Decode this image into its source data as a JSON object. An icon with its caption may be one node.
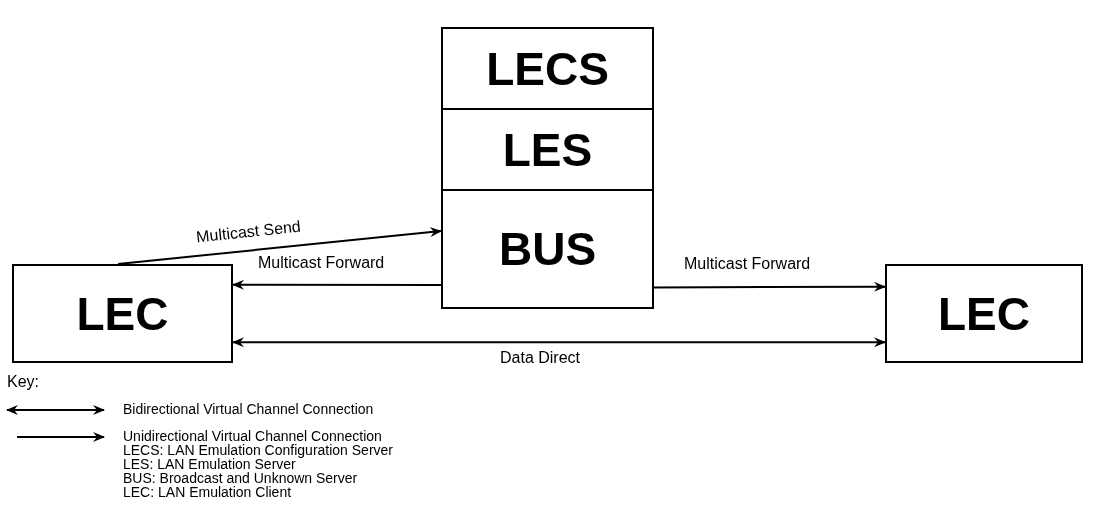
{
  "diagram": {
    "nodes": [
      {
        "text": [
          "LECS"
        ]
      },
      {
        "text": [
          "LES"
        ]
      },
      {
        "text": [
          "BUS"
        ]
      },
      {
        "text": [
          "LEC"
        ]
      },
      {
        "text": [
          "LEC"
        ]
      }
    ],
    "edges": [
      {
        "from": 3,
        "to": 2,
        "arrow": "to",
        "label": "Multicast Send"
      },
      {
        "from": 2,
        "to": 3,
        "arrow": "to",
        "label": "Multicast Forward"
      },
      {
        "from": 2,
        "to": 4,
        "arrow": "to",
        "label": "Multicast Forward"
      },
      {
        "from": 3,
        "to": 4,
        "arrow": "both",
        "label": "Data Direct"
      }
    ],
    "labels": [
      "Key:",
      "LECS: LAN Emulation Configuration Server",
      "LES: LAN Emulation Server",
      "BUS: Broadcast and Unknown Server",
      "LEC: LAN Emulation Client"
    ],
    "legend": [
      {
        "text": "Bidirectional Virtual Channel Connection"
      },
      {
        "text": "Unidirectional Virtual Channel Connection"
      }
    ]
  }
}
